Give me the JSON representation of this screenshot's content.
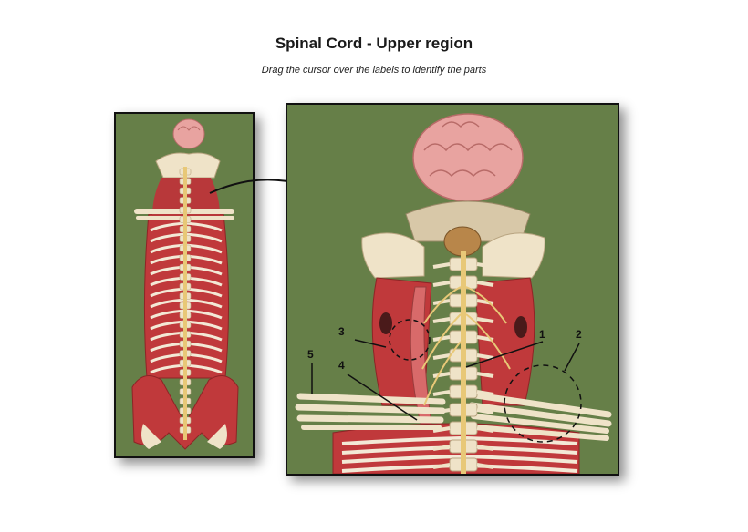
{
  "header": {
    "title": "Spinal Cord - Upper region",
    "instructions": "Drag the cursor over the labels to identify the parts"
  },
  "labels": [
    {
      "id": "1",
      "text": "1"
    },
    {
      "id": "2",
      "text": "2"
    },
    {
      "id": "3",
      "text": "3"
    },
    {
      "id": "4",
      "text": "4"
    },
    {
      "id": "5",
      "text": "5"
    }
  ],
  "colors": {
    "panel_background": "#667f48",
    "panel_border": "#111111",
    "muscle": "#c0393b",
    "bone": "#efe3c8",
    "nerve": "#e8c877",
    "brain": "#e8a3a0"
  }
}
